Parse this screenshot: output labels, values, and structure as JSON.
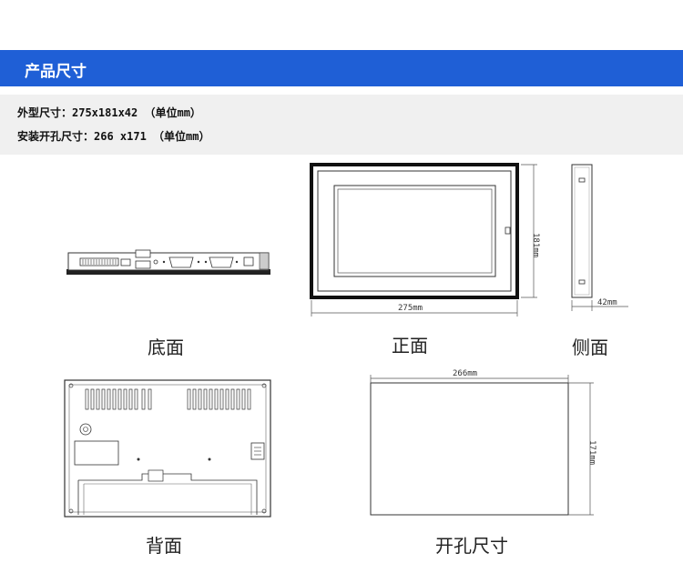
{
  "banner": {
    "title": "产品尺寸",
    "color": "#1f5fd6"
  },
  "specs": {
    "line1": "外型尺寸：275x181x42 （单位mm）",
    "line2": "安装开孔尺寸：266 x171 （单位mm）"
  },
  "views": {
    "bottom": "底面",
    "front": "正面",
    "side": "侧面",
    "back": "背面",
    "cutout": "开孔尺寸"
  },
  "dims": {
    "front_width": "275mm",
    "front_height": "181mm",
    "side_depth": "42mm",
    "cutout_width": "266mm",
    "cutout_height": "171mm"
  }
}
